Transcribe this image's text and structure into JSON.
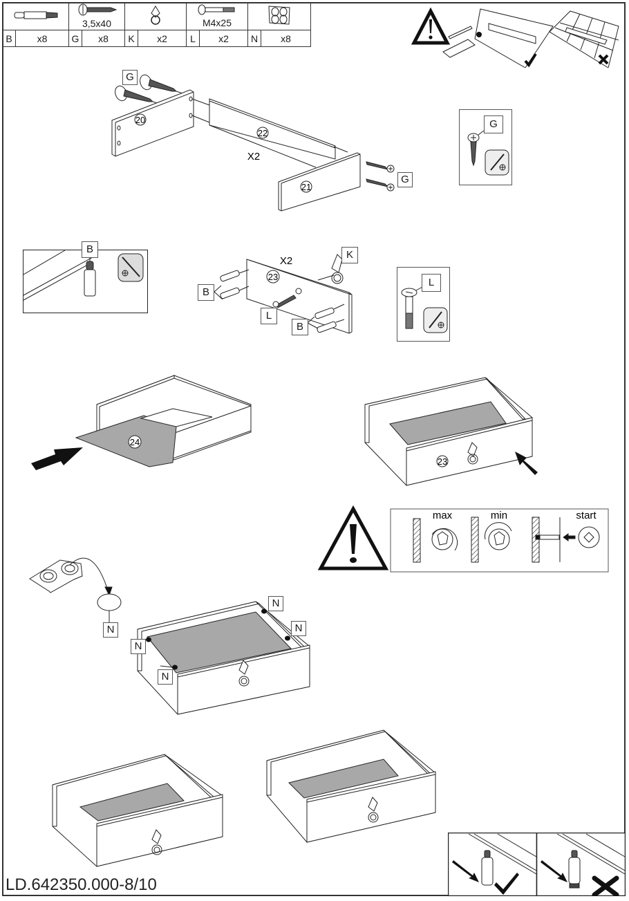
{
  "document": {
    "footer_code": "LD.642350.000-8/10"
  },
  "parts_table": [
    {
      "letter": "B",
      "qty": "x8",
      "spec": "",
      "icon": "dowel-icon"
    },
    {
      "letter": "G",
      "qty": "x8",
      "spec": "3,5x40",
      "icon": "wood-screw-icon"
    },
    {
      "letter": "K",
      "qty": "x2",
      "spec": "",
      "icon": "drop-ring-handle-icon"
    },
    {
      "letter": "L",
      "qty": "x2",
      "spec": "M4x25",
      "icon": "machine-bolt-icon"
    },
    {
      "letter": "N",
      "qty": "x8",
      "spec": "",
      "icon": "bumper-pads-icon"
    }
  ],
  "step1": {
    "panel_20": "20",
    "panel_22": "22",
    "panel_21": "21",
    "multiplier": "X2",
    "screw_label_left": "G",
    "screw_label_right": "G",
    "callout_label": "G"
  },
  "step2": {
    "detail_label": "B",
    "panel_23": "23",
    "multiplier": "X2",
    "label_k": "K",
    "label_b_left": "B",
    "label_b_right": "B",
    "label_l": "L",
    "callout_label": "L"
  },
  "step3": {
    "panel_24": "24",
    "panel_23": "23"
  },
  "warning_cam": {
    "max_label": "max",
    "min_label": "min",
    "start_label": "start"
  },
  "step4": {
    "bumper_label": "N",
    "corner_labels": [
      "N",
      "N",
      "N",
      "N"
    ]
  },
  "colors": {
    "line": "#1a1a1a",
    "bottom_panel": "#a8a8a8",
    "paper": "#ffffff"
  }
}
